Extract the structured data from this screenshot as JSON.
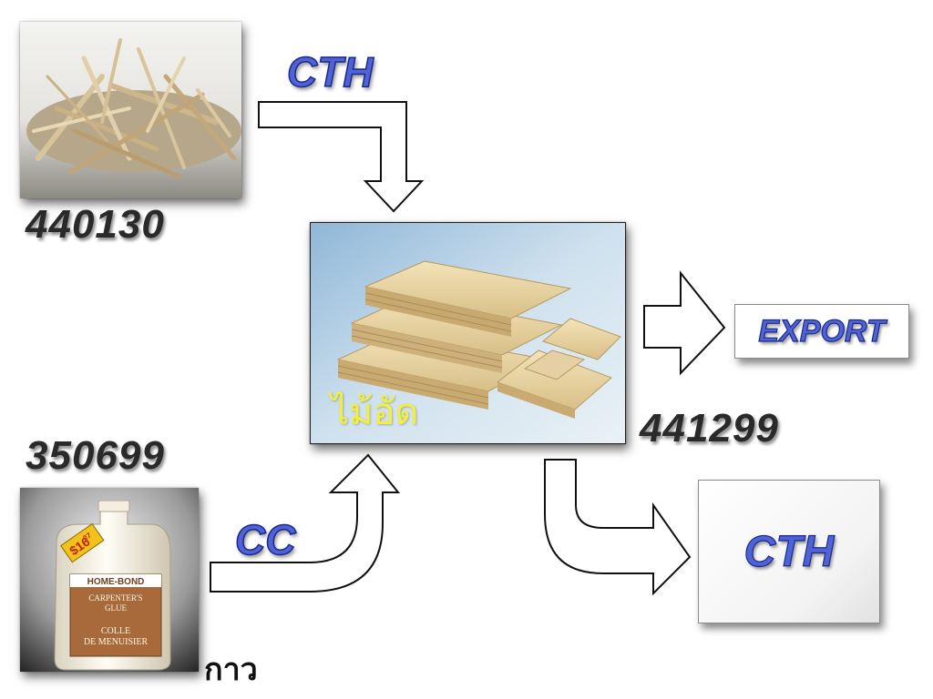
{
  "inputs": {
    "scrap_wood": {
      "code": "440130",
      "path_label": "CTH",
      "icon": "wood-scrap-image"
    },
    "glue": {
      "code": "350699",
      "path_label": "CC",
      "caption": "กาว",
      "icon": "glue-bottle-image",
      "product_label": {
        "price": "$16",
        "price_cents": "27",
        "brand": "HOME-BOND",
        "line1": "CARPENTER'S",
        "line2": "GLUE",
        "line3": "COLLE",
        "line4": "DE MENUISIER"
      }
    }
  },
  "product": {
    "label": "ไม้อัด",
    "code": "441299",
    "icon": "plywood-image"
  },
  "outputs": {
    "export_label": "EXPORT",
    "domestic_label": "CTH"
  },
  "colors": {
    "label_blue": "#4f62d6",
    "label_outline": "#1a2a8a",
    "thai_yellow": "#f4f03a",
    "arrow_stroke": "#111111"
  }
}
